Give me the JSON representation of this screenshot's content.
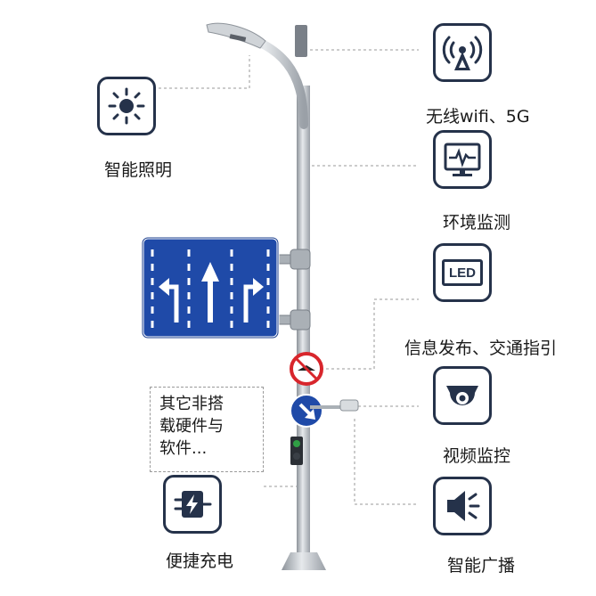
{
  "features": {
    "lighting": "智能照明",
    "network": "无线wifi、5G",
    "environment": "环境监测",
    "led_info": "信息发布、交通指引",
    "video": "视频监控",
    "charging": "便捷充电",
    "broadcast": "智能广播"
  },
  "led_icon_text": "LED",
  "other_note": [
    "其它非搭",
    "载硬件与",
    "软件..."
  ],
  "colors": {
    "icon_border": "#25324a",
    "sign_blue": "#1f4aa8",
    "pole": "#b9bec4"
  }
}
